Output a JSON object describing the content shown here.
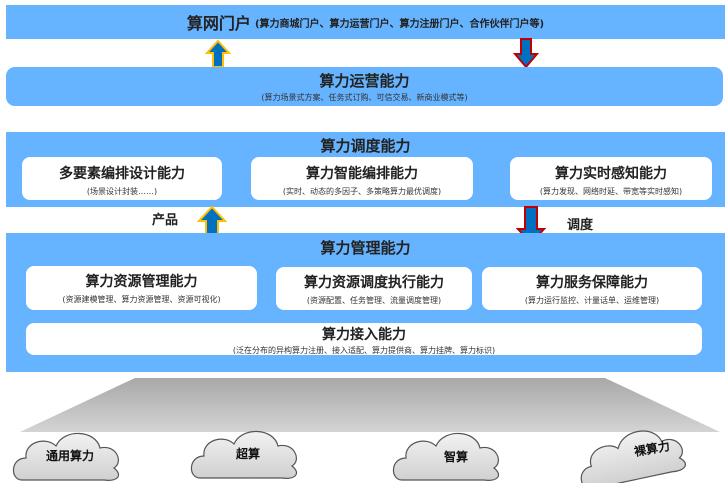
{
  "portal": {
    "title": "算网门户",
    "subtitle": "(算力商城门户、算力运营门户、算力注册门户、合作伙伴门户等)"
  },
  "operations": {
    "title": "算力运营能力",
    "subtitle": "(算力场景式方案、任务式订购、可信交易、新商业模式等)"
  },
  "scheduling": {
    "title": "算力调度能力",
    "items": [
      {
        "title": "多要素编排设计能力",
        "subtitle": "(场景设计封装……)"
      },
      {
        "title": "算力智能编排能力",
        "subtitle": "(实时、动态的多因子、多策略算力最优调度)"
      },
      {
        "title": "算力实时感知能力",
        "subtitle": "(算力发现、网络时延、带宽等实时感知)"
      }
    ]
  },
  "arrows": {
    "product_label": "产品",
    "schedule_label": "调度"
  },
  "management": {
    "title": "算力管理能力",
    "items": [
      {
        "title": "算力资源管理能力",
        "subtitle": "(资源建模管理、算力资源管理、资源可视化)"
      },
      {
        "title": "算力资源调度执行能力",
        "subtitle": "(资源配置、任务管理、流量调度管理)"
      },
      {
        "title": "算力服务保障能力",
        "subtitle": "(算力运行监控、计量话单、运维管理)"
      }
    ],
    "access": {
      "title": "算力接入能力",
      "subtitle": "(泛在分布的异构算力注册、接入适配、算力提供商、算力挂牌、算力标识)"
    }
  },
  "clouds": [
    "通用算力",
    "超算",
    "智算",
    "裸算力"
  ],
  "colors": {
    "panel": "#66b3ff",
    "arrow_fill": "#0070c0",
    "up_border": "#ffc000",
    "down_border": "#c00000"
  }
}
